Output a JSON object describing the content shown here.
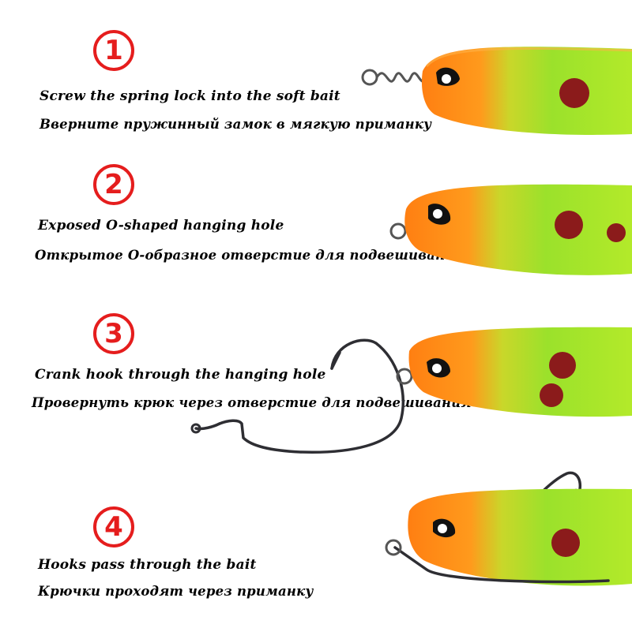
{
  "colors": {
    "badge": "#e51d1d",
    "bait_head": "#ff8a1a",
    "bait_body": "#9be12b",
    "bait_spot": "#8b1b1b",
    "hook_metal": "#2e2e33"
  },
  "steps": [
    {
      "number": "1",
      "en": "Screw the spring lock into the soft bait",
      "ru": "Вверните пружинный замок в мягкую приманку"
    },
    {
      "number": "2",
      "en": "Exposed O-shaped hanging hole",
      "ru": "Открытое О-образное отверстие для подвешивания"
    },
    {
      "number": "3",
      "en": "Crank hook through the hanging hole",
      "ru": "Провернуть крюк через отверстие для подвешивания"
    },
    {
      "number": "4",
      "en": "Hooks pass through the bait",
      "ru": "Крючки проходят через приманку"
    }
  ]
}
